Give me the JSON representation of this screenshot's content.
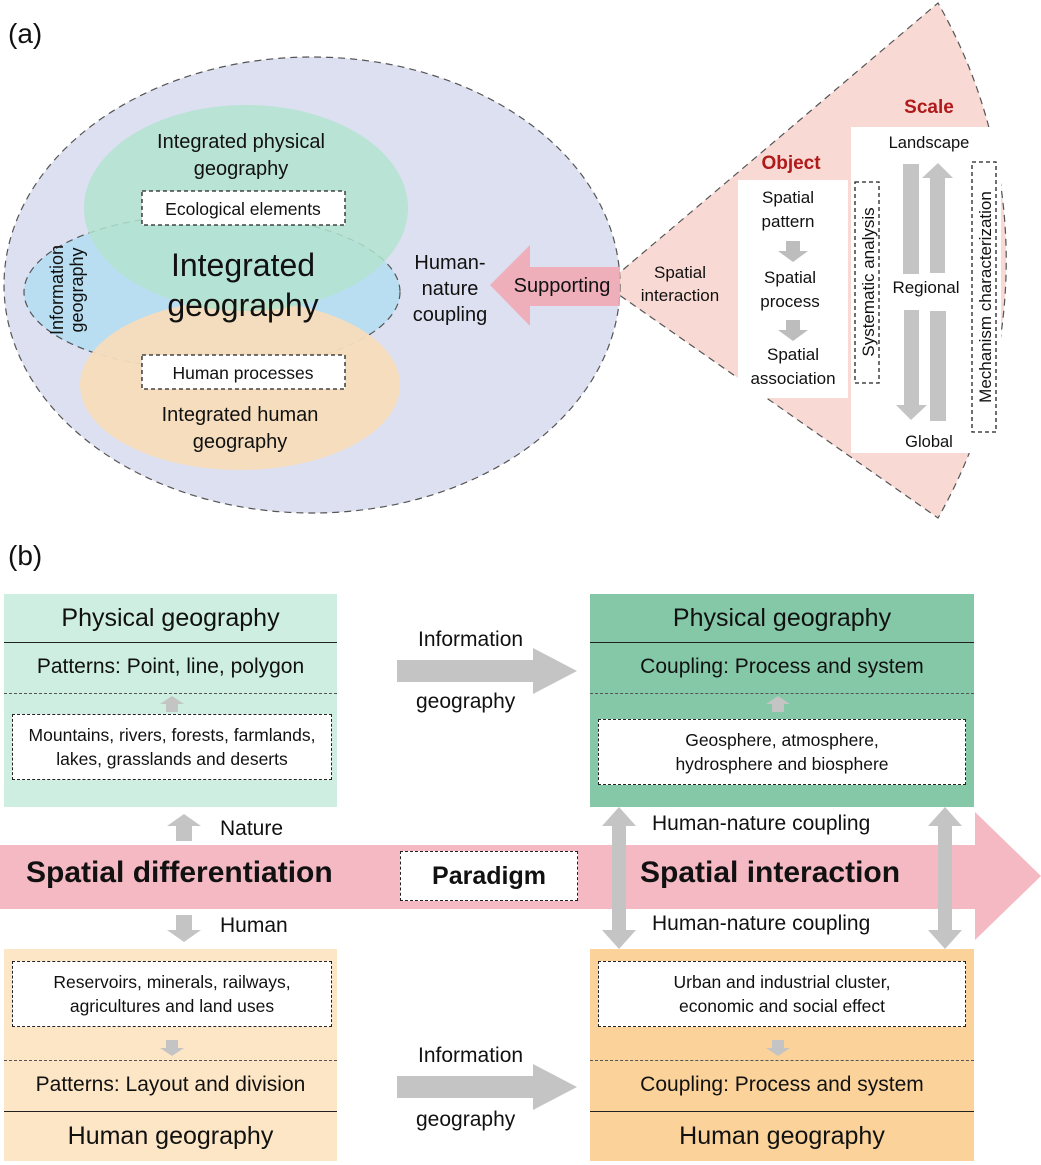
{
  "panel_a": {
    "label": "(a)",
    "outer_ellipse_color": "#dde0f0",
    "physical": {
      "title_line1": "Integrated physical",
      "title_line2": "geography",
      "element": "Ecological elements",
      "color": "#b3e3cf"
    },
    "human": {
      "title_line1": "Integrated human",
      "title_line2": "geography",
      "element": "Human processes",
      "color": "#f5dcbb"
    },
    "information": {
      "line1": "Information",
      "line2": "geography",
      "color": "#b9def2"
    },
    "center": {
      "line1": "Integrated",
      "line2": "geography"
    },
    "coupling": {
      "line1": "Human-",
      "line2": "nature",
      "line3": "coupling"
    },
    "supporting_arrow": {
      "label": "Supporting",
      "color": "#efa8b4"
    },
    "wedge": {
      "color": "#f9d9d4",
      "spatial_interaction": {
        "line1": "Spatial",
        "line2": "interaction"
      },
      "object": {
        "title": "Object",
        "items": [
          {
            "line1": "Spatial",
            "line2": "pattern"
          },
          {
            "line1": "Spatial",
            "line2": "process"
          },
          {
            "line1": "Spatial",
            "line2": "association"
          }
        ]
      },
      "systematic_analysis": "Systematic analysis",
      "scale": {
        "title": "Scale",
        "levels": [
          "Landscape",
          "Regional",
          "Global"
        ]
      },
      "mechanism": "Mechanism characterization",
      "title_color": "#b01a1a"
    }
  },
  "panel_b": {
    "label": "(b)",
    "top_left": {
      "title": "Physical geography",
      "pattern": "Patterns: Point, line, polygon",
      "examples_line1": "Mountains, rivers, forests, farmlands,",
      "examples_line2": "lakes, grasslands and deserts"
    },
    "top_right": {
      "title": "Physical geography",
      "coupling": "Coupling: Process and system",
      "examples_line1": "Geosphere, atmosphere,",
      "examples_line2": "hydrosphere and biosphere"
    },
    "bottom_left": {
      "examples_line1": "Reservoirs, minerals, railways,",
      "examples_line2": "agricultures and land uses",
      "pattern": "Patterns: Layout and division",
      "title": "Human geography"
    },
    "bottom_right": {
      "examples_line1": "Urban and industrial cluster,",
      "examples_line2": "economic and social effect",
      "coupling": "Coupling: Process and system",
      "title": "Human geography"
    },
    "info_arrow_top": {
      "line1": "Information",
      "line2": "geography"
    },
    "info_arrow_bottom": {
      "line1": "Information",
      "line2": "geography"
    },
    "nature_label": "Nature",
    "human_label": "Human",
    "main_arrow": {
      "left": "Spatial differentiation",
      "middle": "Paradigm",
      "right": "Spatial interaction",
      "color": "#f4b9c3"
    },
    "coupling_top": "Human-nature coupling",
    "coupling_bottom": "Human-nature coupling"
  }
}
